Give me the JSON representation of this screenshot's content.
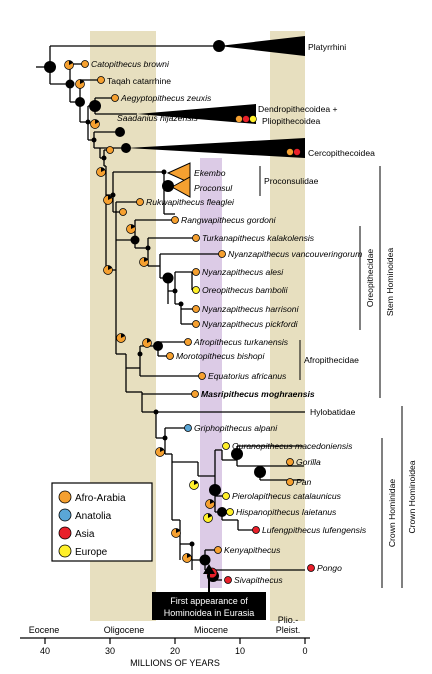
{
  "colors": {
    "afro": "#f5a030",
    "anatolia": "#5aa6d6",
    "asia": "#e8202a",
    "europe": "#fff02a",
    "tan": "#e7dfbf",
    "purple": "#dccbe6"
  },
  "clades": {
    "platyrrhini": "Platyrrhini",
    "dendro_1": "Dendropithecoidea +",
    "dendro_2": "Pliopithecoidea",
    "cercopithecoidea": "Cercopithecoidea",
    "hylobatidae": "Hylobatidae"
  },
  "taxa": {
    "catopithecus": "Catopithecus browni",
    "taqah": "Taqah catarrhine",
    "aegyptopithecus": "Aegyptopithecus zeuxis",
    "saadanius": "Saadanius hijazensis",
    "ekembo": "Ekembo",
    "proconsul": "Proconsul",
    "rukwapithecus": "Rukwapithecus fleaglei",
    "rangwapithecus": "Rangwapithecus gordoni",
    "turkanapithecus": "Turkanapithecus kalakolensis",
    "nyanz_vancouv": "Nyanzapithecus vancouveringorum",
    "nyanz_alesi": "Nyanzapithecus alesi",
    "oreopithecus": "Oreopithecus bambolii",
    "nyanz_harrisoni": "Nyanzapithecus harrisoni",
    "nyanz_pickfordi": "Nyanzapithecus pickfordi",
    "afropithecus": "Afropithecus turkanensis",
    "morotopithecus": "Morotopithecus bishopi",
    "equatorius": "Equatorius africanus",
    "masripithecus": "Masripithecus moghraensis",
    "griphopithecus": "Griphopithecus alpani",
    "ouranopithecus": "Ouranopithecus macedoniensis",
    "gorilla": "Gorilla",
    "pan": "Pan",
    "pierolapithecus": "Pierolapithecus catalaunicus",
    "hispanopithecus": "Hispanopithecus laietanus",
    "lufengpithecus": "Lufengpithecus lufengensis",
    "kenyapithecus": "Kenyapithecus",
    "pongo": "Pongo",
    "sivapithecus": "Sivapithecus"
  },
  "groups": {
    "proconsulidae": "Proconsulidae",
    "oreopithecidae": "Oreopithecidae",
    "stem_hominoidea": "Stem Hominoidea",
    "afropithecidae": "Afropithecidae",
    "crown_hominidae": "Crown Hominidae",
    "crown_hominoidea": "Crown Hominoidea"
  },
  "legend": {
    "afro": "Afro-Arabia",
    "anatolia": "Anatolia",
    "asia": "Asia",
    "europe": "Europe"
  },
  "annotation": {
    "line1": "First appearance of",
    "line2": "Hominoidea in Eurasia"
  },
  "epochs": {
    "eocene": "Eocene",
    "oligocene": "Oligocene",
    "miocene": "Miocene",
    "plio_1": "Plio.-",
    "plio_2": "Pleist."
  },
  "axis": {
    "ticks": [
      "40",
      "30",
      "20",
      "10",
      "0"
    ],
    "label": "MILLIONS OF YEARS"
  }
}
